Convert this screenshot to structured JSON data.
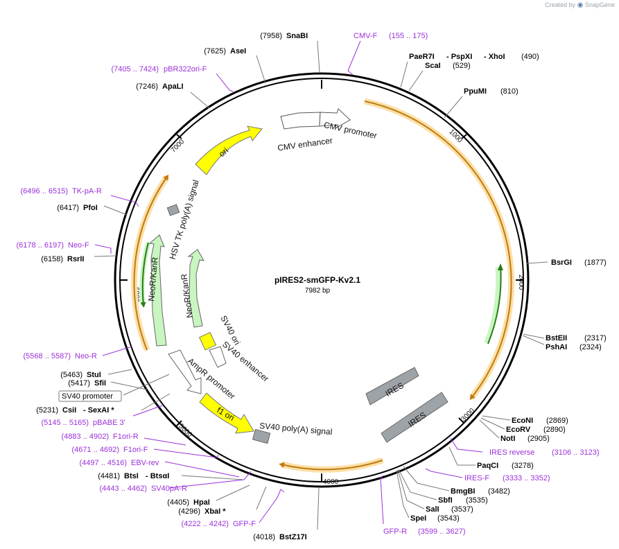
{
  "watermark": {
    "prefix": "Created by",
    "brand": "SnapGene"
  },
  "plasmid": {
    "name": "pIRES2-smGFP-Kv2.1",
    "length_label": "7982 bp",
    "length": 7982
  },
  "ticks": [
    "1000",
    "2000",
    "3000",
    "4000",
    "5000",
    "6000",
    "7000"
  ],
  "colors": {
    "ori": "#ffff00",
    "resistance": "#c8f5c0",
    "ires": "#9ea3a8",
    "signal": "#9ea3a8",
    "orf": "#e8a33a",
    "primer": "#9b30d9",
    "backbone": "#000000"
  },
  "features": {
    "cmv_enhancer": "CMV enhancer",
    "cmv_promoter": "CMV promoter",
    "ori": "ori",
    "hsv_tk": "HSV TK poly(A) signal",
    "neo_outer": "NeoR/KanR",
    "neo_inner": "NeoR/KanR",
    "sv40_ori": "SV40 ori",
    "sv40_enhancer": "SV40 enhancer",
    "ampr_promoter": "AmpR promoter",
    "f1_ori": "f1 ori",
    "sv40_polya": "SV40 poly(A) signal",
    "ires_inner": "IRES",
    "ires_outer": "IRES"
  },
  "enzymes": [
    {
      "pos": "(7958)",
      "name": "SnaBI"
    },
    {
      "pos": "(7625)",
      "name": "AseI"
    },
    {
      "pos": "(7246)",
      "name": "ApaLI"
    },
    {
      "name": "PaeR7I",
      "name2": "- PspXI",
      "name3": "- XhoI",
      "pos": "(490)"
    },
    {
      "name": "ScaI",
      "pos": "(529)"
    },
    {
      "name": "PpuMI",
      "pos": "(810)"
    },
    {
      "name": "BsrGI",
      "pos": "(1877)"
    },
    {
      "name": "BstEII",
      "pos": "(2317)"
    },
    {
      "name": "PshAI",
      "pos": "(2324)"
    },
    {
      "name": "EcoNI",
      "pos": "(2869)"
    },
    {
      "name": "EcoRV",
      "pos": "(2890)"
    },
    {
      "name": "NotI",
      "pos": "(2905)"
    },
    {
      "name": "PaqCI",
      "pos": "(3278)"
    },
    {
      "name": "BmgBI",
      "pos": "(3482)"
    },
    {
      "name": "SbfI",
      "pos": "(3535)"
    },
    {
      "name": "SalI",
      "pos": "(3537)"
    },
    {
      "name": "SpeI",
      "pos": "(3543)"
    },
    {
      "pos": "(4018)",
      "name": "BstZ17I"
    },
    {
      "pos": "(4296)",
      "name": "XbaI *"
    },
    {
      "pos": "(4405)",
      "name": "HpaI"
    },
    {
      "pos": "(4481)",
      "name": "BtsI",
      "name2": "- BtsαI"
    },
    {
      "pos": "(5231)",
      "name": "CsiI",
      "name2": "- SexAI *"
    },
    {
      "pos": "(5417)",
      "name": "SfiI"
    },
    {
      "pos": "(5463)",
      "name": "StuI"
    },
    {
      "pos": "(6158)",
      "name": "RsrII"
    },
    {
      "pos": "(6417)",
      "name": "PfoI"
    }
  ],
  "primers": [
    {
      "name": "CMV-F",
      "pos": "(155 .. 175)"
    },
    {
      "pos": "(7405 .. 7424)",
      "name": "pBR322ori-F"
    },
    {
      "pos": "(6496 .. 6515)",
      "name": "TK-pA-R"
    },
    {
      "pos": "(6178 .. 6197)",
      "name": "Neo-F"
    },
    {
      "pos": "(5568 .. 5587)",
      "name": "Neo-R"
    },
    {
      "pos": "(5145 .. 5165)",
      "name": "pBABE 3'"
    },
    {
      "pos": "(4883 .. 4902)",
      "name": "F1ori-R"
    },
    {
      "pos": "(4671 .. 4692)",
      "name": "F1ori-F"
    },
    {
      "pos": "(4497 .. 4516)",
      "name": "EBV-rev"
    },
    {
      "pos": "(4443 .. 4462)",
      "name": "SV40pA-R"
    },
    {
      "pos": "(4222 .. 4242)",
      "name": "GFP-F"
    },
    {
      "name": "GFP-R",
      "pos": "(3599 .. 3627)"
    },
    {
      "name": "IRES-F",
      "pos": "(3333 .. 3352)"
    },
    {
      "name": "IRES reverse",
      "pos": "(3106 .. 3123)"
    }
  ],
  "boxed_label": "SV40 promoter"
}
